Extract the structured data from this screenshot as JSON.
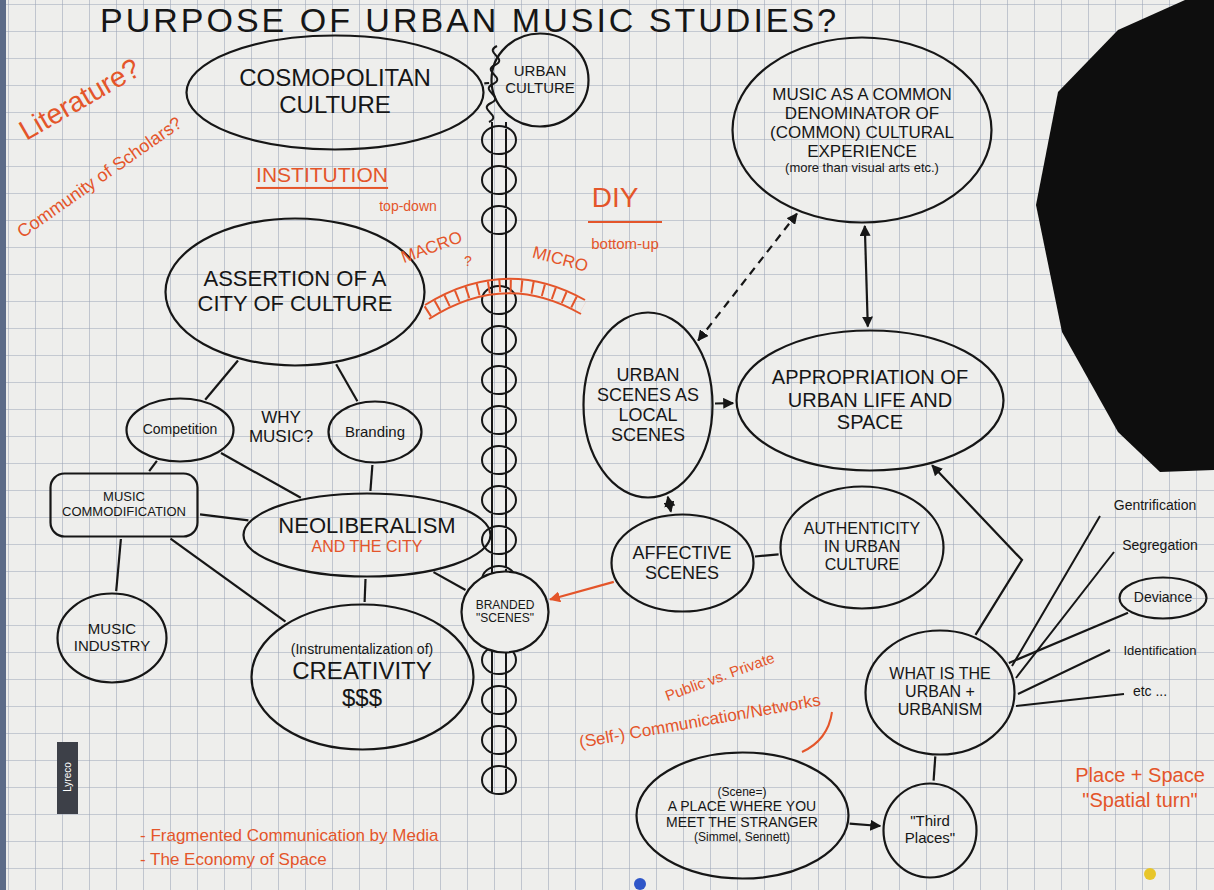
{
  "diagram": {
    "title": "PURPOSE OF URBAN MUSIC STUDIES?",
    "nodes": [
      {
        "text": [
          "COSMOPOLITAN CULTURE"
        ]
      },
      {
        "text": [
          "URBAN CULTURE"
        ]
      },
      {
        "text": [
          "MUSIC AS A COMMON DENOMINATOR OF (COMMON) CULTURAL EXPERIENCE",
          "(more than visual arts etc.)"
        ]
      },
      {
        "text": [
          "ASSERTION OF A CITY OF CULTURE"
        ]
      },
      {
        "text": [
          "Competition"
        ]
      },
      {
        "text": [
          "Branding"
        ]
      },
      {
        "text": [
          "MUSIC COMMODIFICATION"
        ]
      },
      {
        "text": [
          "NEOLIBERALISM",
          "AND THE CITY"
        ]
      },
      {
        "text": [
          "BRANDED \"SCENES\""
        ]
      },
      {
        "text": [
          "MUSIC INDUSTRY"
        ]
      },
      {
        "text": [
          "(Instrumentalization of)",
          "CREATIVITY",
          "$$$"
        ]
      },
      {
        "text": [
          "URBAN SCENES AS LOCAL SCENES"
        ]
      },
      {
        "text": [
          "APPROPRIATION OF URBAN LIFE AND SPACE"
        ]
      },
      {
        "text": [
          "AFFECTIVE SCENES"
        ]
      },
      {
        "text": [
          "AUTHENTICITY IN URBAN CULTURE"
        ]
      },
      {
        "text": [
          "WHAT IS THE URBAN + URBANISM"
        ]
      },
      {
        "text": [
          "(Scene=)",
          "A PLACE WHERE YOU MEET THE STRANGER",
          "(Simmel, Sennett)"
        ]
      },
      {
        "text": [
          "\"Third Places\""
        ]
      },
      {
        "text": [
          "Deviance"
        ]
      }
    ],
    "edges": [
      {
        "from": 0,
        "to": 1,
        "arrow": "none"
      },
      {
        "from": 3,
        "to": 4,
        "arrow": "none"
      },
      {
        "from": 3,
        "to": 5,
        "arrow": "none"
      },
      {
        "from": 4,
        "to": 6,
        "arrow": "none"
      },
      {
        "from": 4,
        "to": 7,
        "arrow": "none"
      },
      {
        "from": 5,
        "to": 7,
        "arrow": "none"
      },
      {
        "from": 6,
        "to": 7,
        "arrow": "none"
      },
      {
        "from": 6,
        "to": 9,
        "arrow": "none"
      },
      {
        "from": 6,
        "to": 10,
        "arrow": "none"
      },
      {
        "from": 7,
        "to": 10,
        "arrow": "none"
      },
      {
        "from": 7,
        "to": 8,
        "arrow": "none"
      },
      {
        "from": 13,
        "to": 8,
        "arrow": "to"
      },
      {
        "from": 11,
        "to": 12,
        "arrow": "to"
      },
      {
        "from": 11,
        "to": 2,
        "arrow": "both"
      },
      {
        "from": 12,
        "to": 2,
        "arrow": "both"
      },
      {
        "from": 13,
        "to": 11,
        "arrow": "both"
      },
      {
        "from": 13,
        "to": 14,
        "arrow": "none"
      },
      {
        "from": 15,
        "to": 12,
        "arrow": "to"
      },
      {
        "from": 16,
        "to": 17,
        "arrow": "to"
      },
      {
        "from": 15,
        "to": 17,
        "arrow": "none"
      },
      {
        "from": 15,
        "to": 18,
        "arrow": "none"
      }
    ],
    "labels": [
      "Literature?",
      "Community of Scholars?",
      "INSTITUTION",
      "top-down",
      "MACRO",
      "?",
      "MICRO",
      "DIY",
      "bottom-up",
      "WHY MUSIC?",
      "Public vs. Private",
      "(Self-) Communication/Networks",
      "Gentrification",
      "Segregation",
      "Identification",
      "etc ...",
      "Place + Space",
      "\"Spatial turn\"",
      "- Fragmented Communication by Media",
      "- The Economy of Space",
      "Lyreco"
    ]
  }
}
